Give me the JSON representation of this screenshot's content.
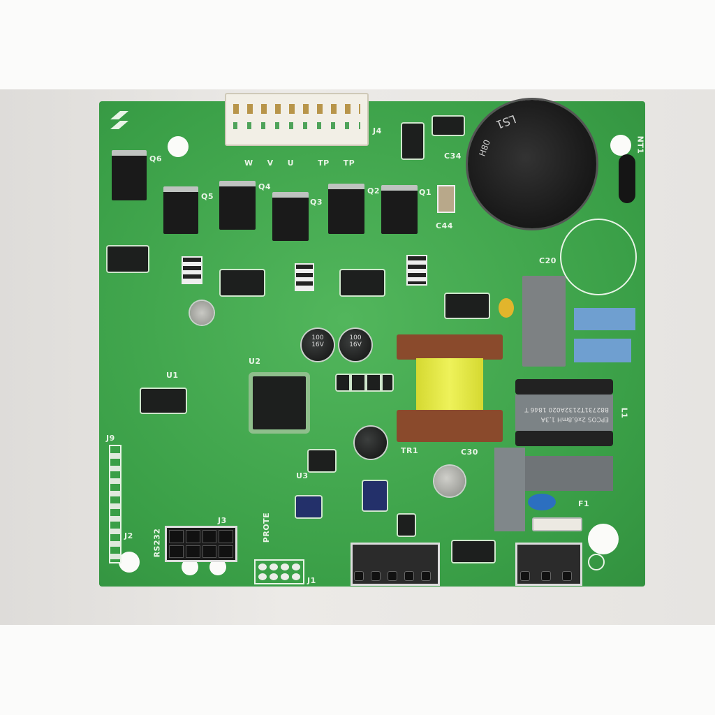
{
  "board": {
    "connector_j4": {
      "label": "J4",
      "pins": [
        "W",
        "V",
        "U",
        "TP",
        "TP"
      ]
    },
    "transistors": [
      "Q6",
      "Q5",
      "Q4",
      "Q3",
      "Q2",
      "Q1"
    ],
    "capacitor_labels": [
      "C34",
      "C44",
      "C20",
      "C30"
    ],
    "big_capacitor": {
      "text1": "LS1",
      "text2": "H80"
    },
    "thermistor": "NT1",
    "ics": [
      "U1",
      "U2",
      "U3"
    ],
    "electrolytics": [
      {
        "line1": "100",
        "line2": "16V"
      },
      {
        "line1": "100",
        "line2": "16V"
      }
    ],
    "transformer": "TR1",
    "choke": {
      "line1": "EPCOS 2x6,8mH 1,3A",
      "line2": "B82731T2132A020 1846 T",
      "label": "L1"
    },
    "fuse": "F1",
    "connectors": {
      "j9": "J9",
      "j2": "J2",
      "j3": "J3",
      "j1": "J1",
      "rs232": "RS232",
      "prote": "PROTE"
    },
    "colors": {
      "pcb": "#3fa84a",
      "silkscreen": "#e8f4e6",
      "transformer": "#8a4a2c",
      "coil": "#e6ea3a",
      "film_cap": "#6f9fd0"
    }
  }
}
